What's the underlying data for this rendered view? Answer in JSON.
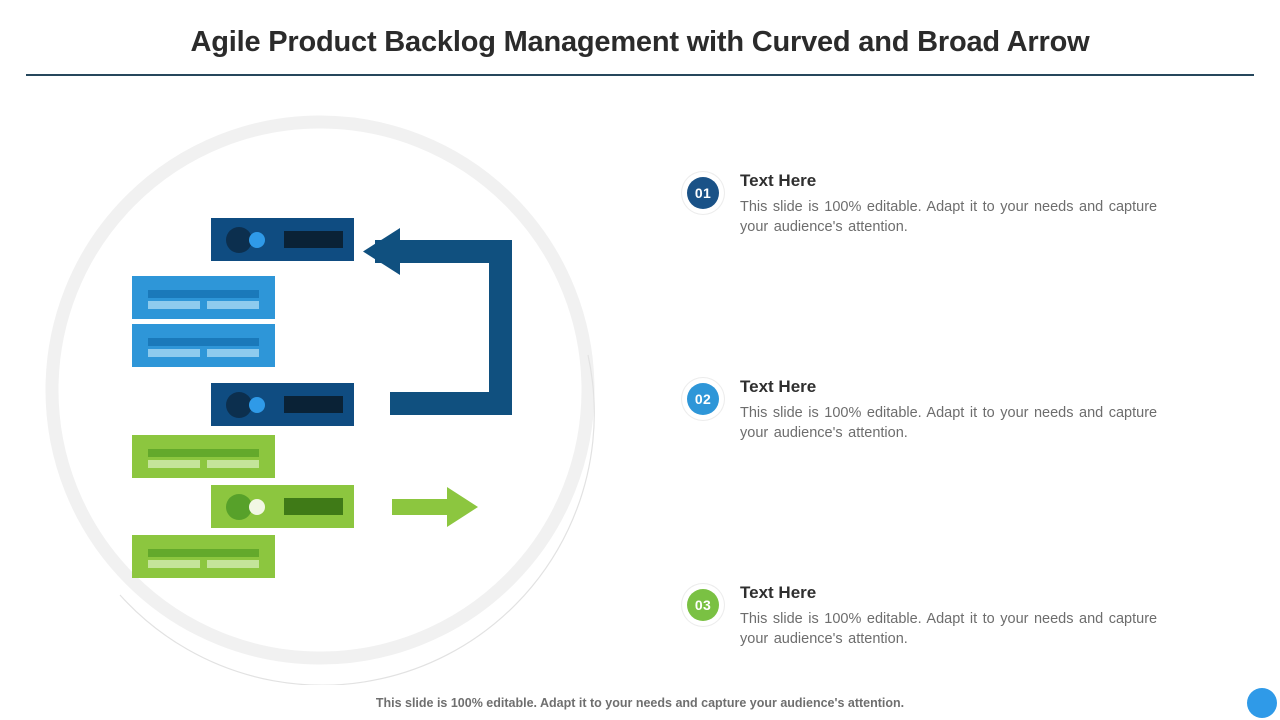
{
  "slide": {
    "title": "Agile Product Backlog Management with Curved and Broad Arrow",
    "footer_note": "This slide is 100% editable. Adapt it to your needs and capture your audience's attention."
  },
  "content": {
    "items": [
      {
        "number": "01",
        "title": "Text Here",
        "body": "This slide is 100% editable. Adapt it to your needs and capture your audience's attention.",
        "badge_color": "#1a5287"
      },
      {
        "number": "02",
        "title": "Text Here",
        "body": "This slide is 100% editable. Adapt it to your needs and capture your audience's attention.",
        "badge_color": "#2e96d8"
      },
      {
        "number": "03",
        "title": "Text Here",
        "body": "This slide is 100% editable. Adapt it to your needs and capture your audience's attention.",
        "badge_color": "#7ac143"
      }
    ]
  },
  "illustration": {
    "colors": {
      "ring": "#f0f0f0",
      "hairline": "#dddddd",
      "navy_card": "#0f4c81",
      "navy_dark_dot": "#0c2f4e",
      "navy_bright_dot": "#2f9ae8",
      "navy_bar": "#0a2236",
      "blue_card": "#2e96d8",
      "blue_bar_dark": "#1a79ba",
      "blue_bar_light": "#8ecbee",
      "green_card": "#8cc63f",
      "green_bar_dark": "#63a92b",
      "green_bar_light": "#c4e49a",
      "green_dot_dark": "#57a12a",
      "green_dot_light": "#f2f7e4",
      "green_bar": "#3f7a17",
      "arrow_blue": "#10507f",
      "arrow_green": "#8cc63f"
    },
    "cards": [
      {
        "type": "server",
        "theme": "navy"
      },
      {
        "type": "list",
        "theme": "blue"
      },
      {
        "type": "list",
        "theme": "blue"
      },
      {
        "type": "server",
        "theme": "navy"
      },
      {
        "type": "list",
        "theme": "green"
      },
      {
        "type": "server",
        "theme": "green"
      },
      {
        "type": "list",
        "theme": "green"
      }
    ],
    "arrows": [
      {
        "name": "curved-loop-arrow",
        "direction": "left",
        "color": "#10507f"
      },
      {
        "name": "broad-arrow",
        "direction": "right",
        "color": "#8cc63f"
      }
    ]
  }
}
